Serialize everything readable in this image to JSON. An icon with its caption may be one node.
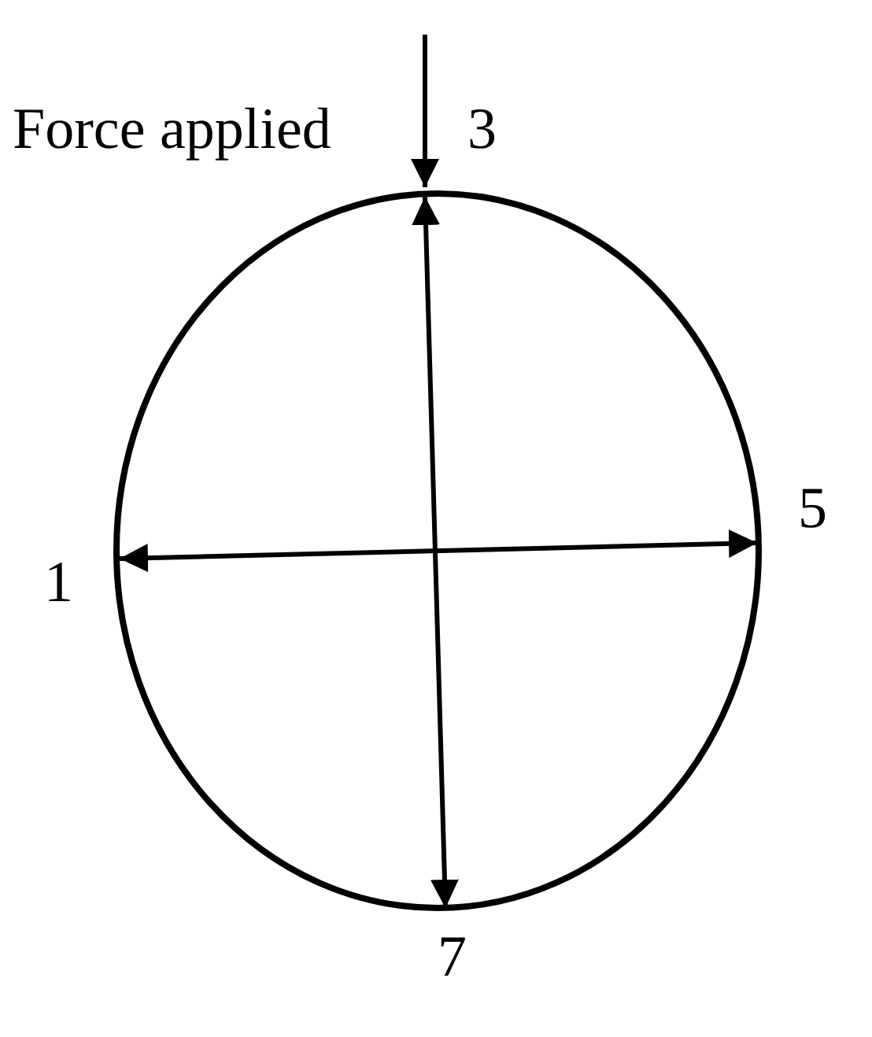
{
  "diagram": {
    "labels": [
      "Force applied",
      "3",
      "5",
      "1",
      "7"
    ]
  }
}
